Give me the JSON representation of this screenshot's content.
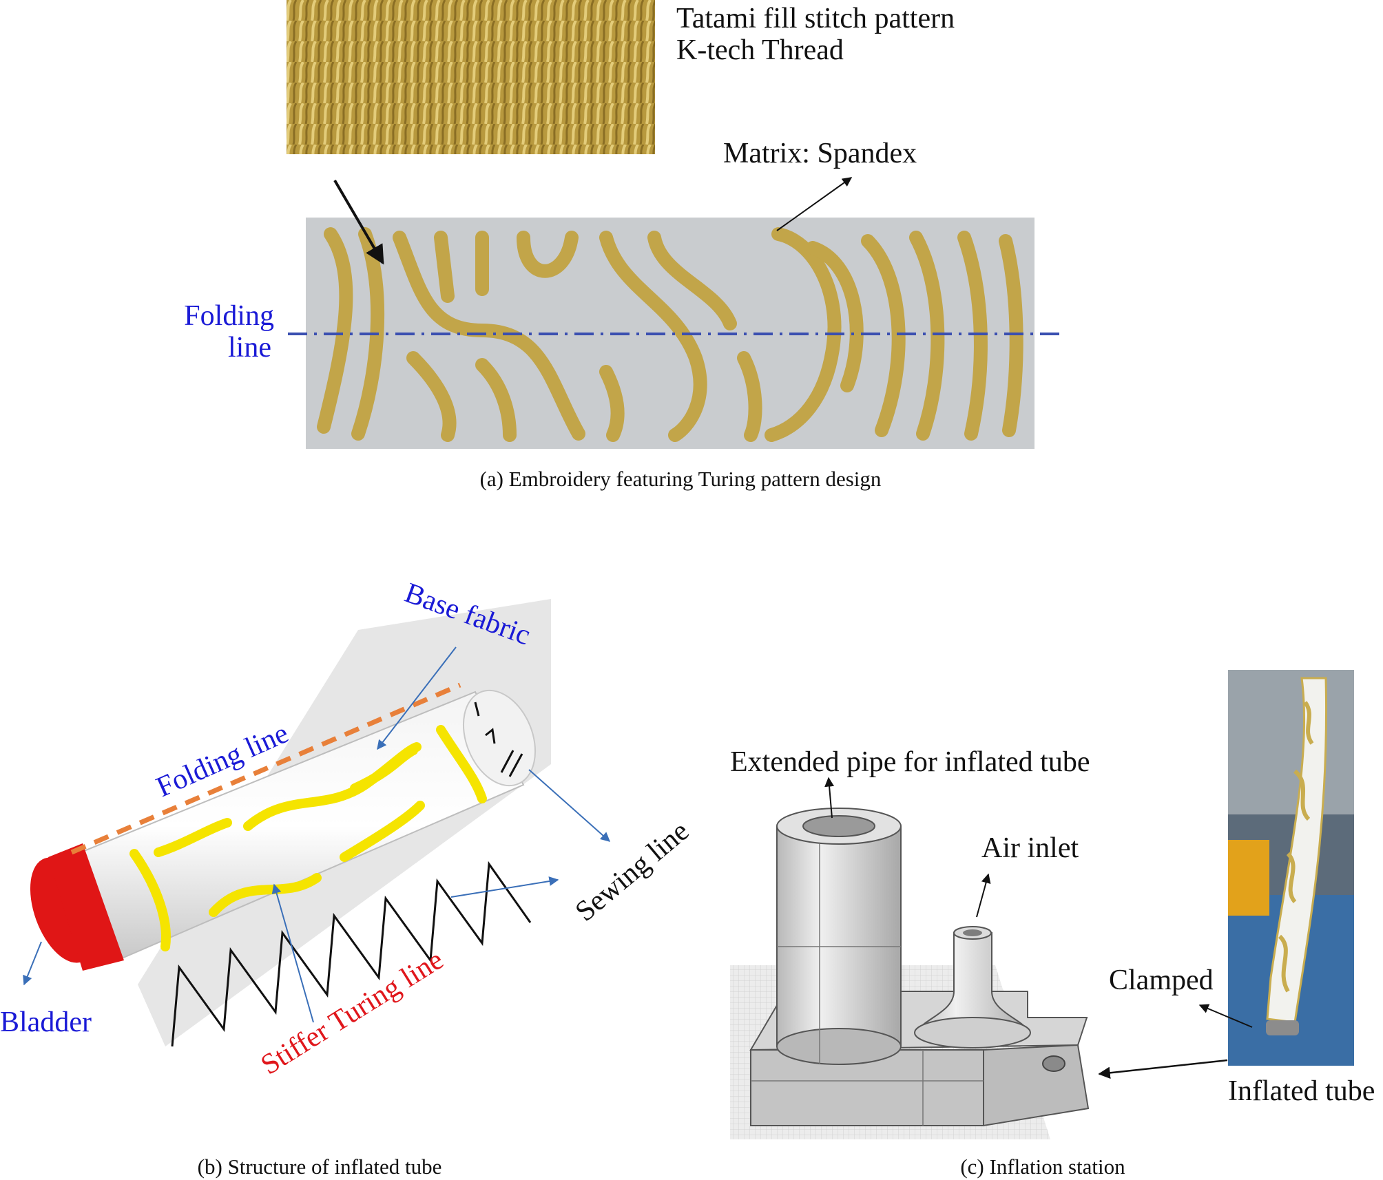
{
  "panel_a": {
    "caption": "(a)  Embroidery featuring Turing pattern design",
    "label_stitch_line1": "Tatami fill stitch pattern",
    "label_stitch_line2": "K-tech Thread",
    "label_matrix": "Matrix: Spandex",
    "label_folding_line1": "Folding",
    "label_folding_line2": "line"
  },
  "panel_b": {
    "caption": "(b)  Structure of inflated tube",
    "label_base_fabric": "Base fabric",
    "label_folding_line": "Folding line",
    "label_sewing_line": "Sewing line",
    "label_bladder": "Bladder",
    "label_stiffer_turing": "Stiffer Turing line"
  },
  "panel_c": {
    "caption": "(c)  Inflation station",
    "label_extended_pipe": "Extended pipe for inflated tube",
    "label_air_inlet": "Air inlet",
    "label_clamped": "Clamped",
    "label_inflated_tube": "Inflated tube"
  },
  "colors": {
    "thread_gold": "#c9ad4f",
    "spandex_grey": "#c9cccf",
    "folding_blue": "#3a4fb0",
    "fold_orange": "#e8803a",
    "bladder_red": "#e01616",
    "stiffer_yellow": "#f5e400",
    "label_blue": "#1a1ad6",
    "label_red": "#e0161b"
  }
}
